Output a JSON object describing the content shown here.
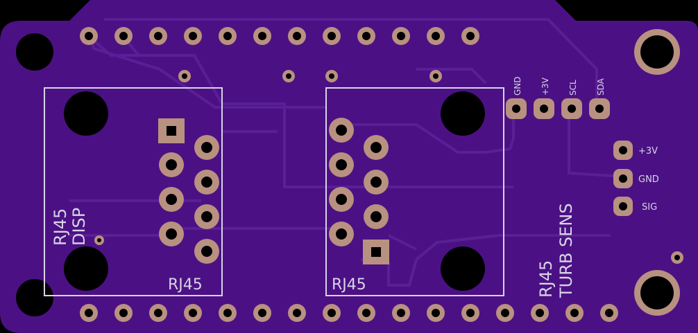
{
  "colors": {
    "background": "#000000",
    "board": "#4b1184",
    "trace": "#5a1f96",
    "pad": "#b99180",
    "silkscreen": "#d8d4e6",
    "hole": "#000000"
  },
  "connectors": {
    "left": {
      "footprint_label": "RJ45",
      "designator_line1": "RJ45",
      "designator_line2": "DISP"
    },
    "right": {
      "footprint_label": "RJ45",
      "designator_line1": "RJ45",
      "designator_line2": "TURB SENS"
    }
  },
  "i2c_header": {
    "labels": [
      "GND",
      "+3V",
      "SCL",
      "SDA"
    ]
  },
  "sensor_header": {
    "labels": [
      "+3V",
      "GND",
      "SIG"
    ]
  }
}
